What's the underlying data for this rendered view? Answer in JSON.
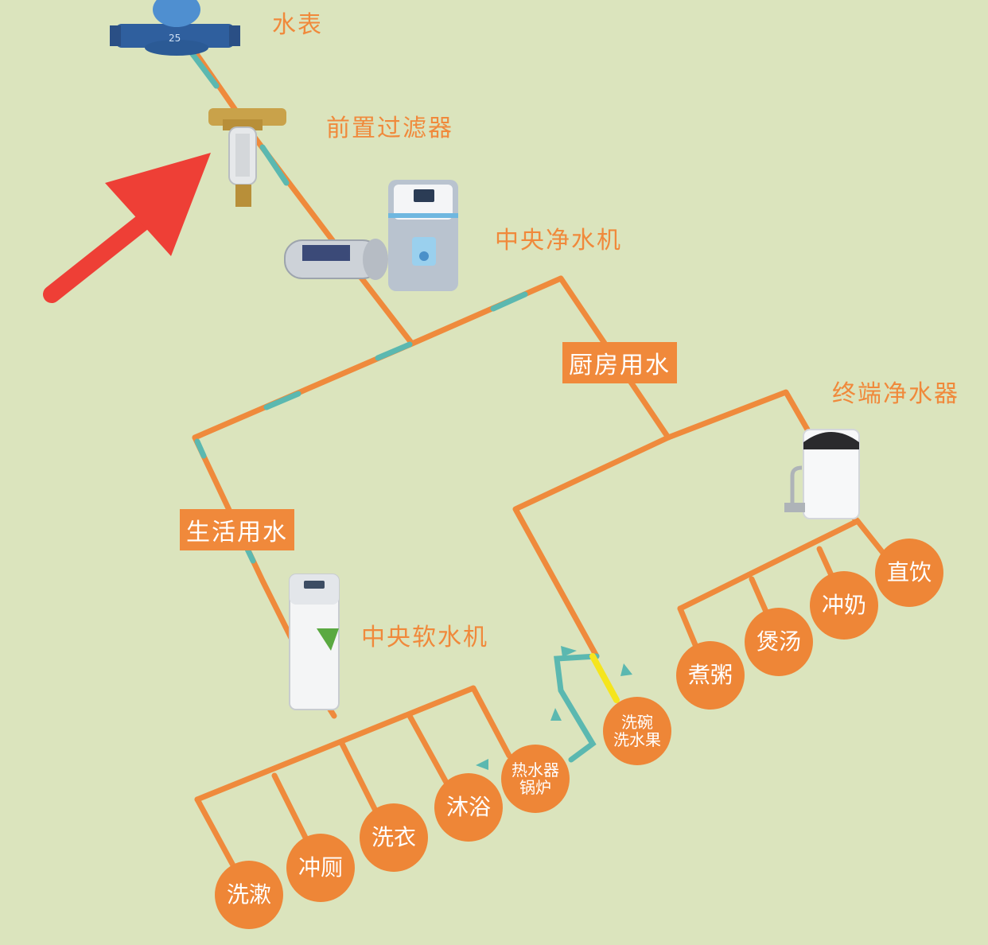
{
  "labels": {
    "water_meter": "水表",
    "pre_filter": "前置过滤器",
    "central_purifier": "中央净水机",
    "kitchen_water": "厨房用水",
    "terminal_purifier": "终端净水器",
    "domestic_water": "生活用水",
    "central_softener": "中央软水机"
  },
  "outlets": {
    "wash": "洗漱",
    "toilet": "冲厕",
    "laundry": "洗衣",
    "shower": "沐浴",
    "heater_line1": "热水器",
    "heater_line2": "锅炉",
    "dish_line1": "洗碗",
    "dish_line2": "洗水果",
    "porridge": "煮粥",
    "soup": "煲汤",
    "milk": "冲奶",
    "drink": "直饮"
  },
  "colors": {
    "background": "#dbe4bd",
    "pipe_main": "#ef8a3c",
    "pipe_accent": "#5bb8b0",
    "highlight": "#f5e51d",
    "arrow": "#ee3f36",
    "node": "#ee8637"
  },
  "icons": [
    "water-meter-icon",
    "pre-filter-icon",
    "central-purifier-icon",
    "water-softener-icon",
    "terminal-purifier-icon",
    "pointer-arrow-icon"
  ]
}
